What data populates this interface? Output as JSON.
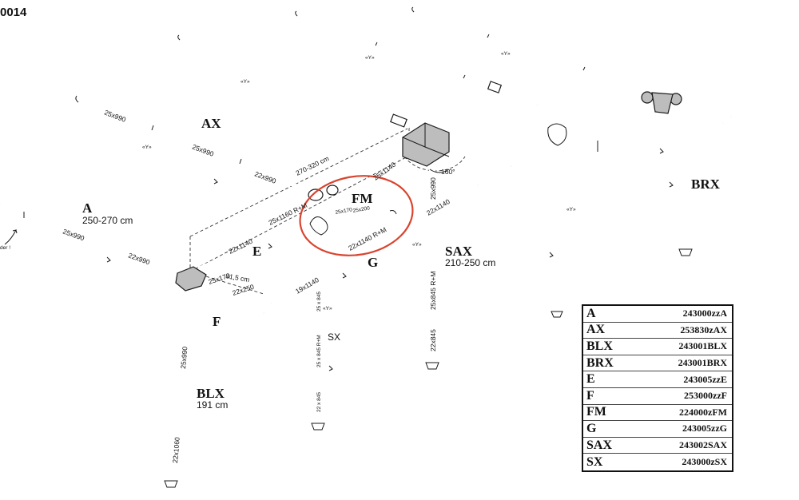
{
  "page": {
    "ref": "0014"
  },
  "parts": {
    "A": "A",
    "A_size": "250-270 cm",
    "AX": "AX",
    "FM": "FM",
    "E": "E",
    "F": "F",
    "G": "G",
    "SAX": "SAX",
    "SAX_size": "210-250 cm",
    "SX": "SX",
    "BLX": "BLX",
    "BLX_size": "191 cm",
    "BRX": "BRX"
  },
  "dims": {
    "d_270_320": "270-320 cm",
    "d_31_5": "31,5 cm",
    "d_160": "160°",
    "t_25x990_ax1": "25x990",
    "t_25x990_ax2": "25x990",
    "t_22x990_ax": "22x990",
    "t_25x990_a": "25x990",
    "t_22x990_a": "22x990",
    "t_25x1160": "25x1160 R+M",
    "t_22x1140_e": "22x1140",
    "t_25x1140_top": "25x1140",
    "t_25x170": "25x170",
    "t_22x250": "22x250",
    "t_25x170_fm": "25x170",
    "t_25x200_fm": "25x200",
    "t_22x1140_g": "22x1140 R+M",
    "t_19x1140": "19x1140",
    "t_22x1140_sax": "22x1140",
    "t_25x990_sax": "25x990",
    "t_25x845_sax": "25x845 R+M",
    "t_22x845_sax": "22x845",
    "t_25x845_sx": "25 x 845 R+M",
    "t_22x845_sx1": "25 x 845",
    "t_22x845_sx2": "22 x 845",
    "t_25x990_blx": "25x990",
    "t_22x1060_blx": "22x1060",
    "y1": "«Y»",
    "y2": "«Y»",
    "y3": "«Y»",
    "y4": "«Y»",
    "y5": "«Y»",
    "y6": "«Y»",
    "note_left": "der !"
  },
  "table": {
    "rows": [
      {
        "code": "A",
        "number": "243000zzA"
      },
      {
        "code": "AX",
        "number": "253830zAX"
      },
      {
        "code": "BLX",
        "number": "243001BLX"
      },
      {
        "code": "BRX",
        "number": "243001BRX"
      },
      {
        "code": "E",
        "number": "243005zzE"
      },
      {
        "code": "F",
        "number": "253000zzF"
      },
      {
        "code": "FM",
        "number": "224000zFM"
      },
      {
        "code": "G",
        "number": "243005zzG"
      },
      {
        "code": "SAX",
        "number": "243002SAX"
      },
      {
        "code": "SX",
        "number": "243000zSX"
      }
    ]
  },
  "colors": {
    "highlight": "#d9442f",
    "joint": "#bdbdbd",
    "ink": "#1a1a1a"
  }
}
